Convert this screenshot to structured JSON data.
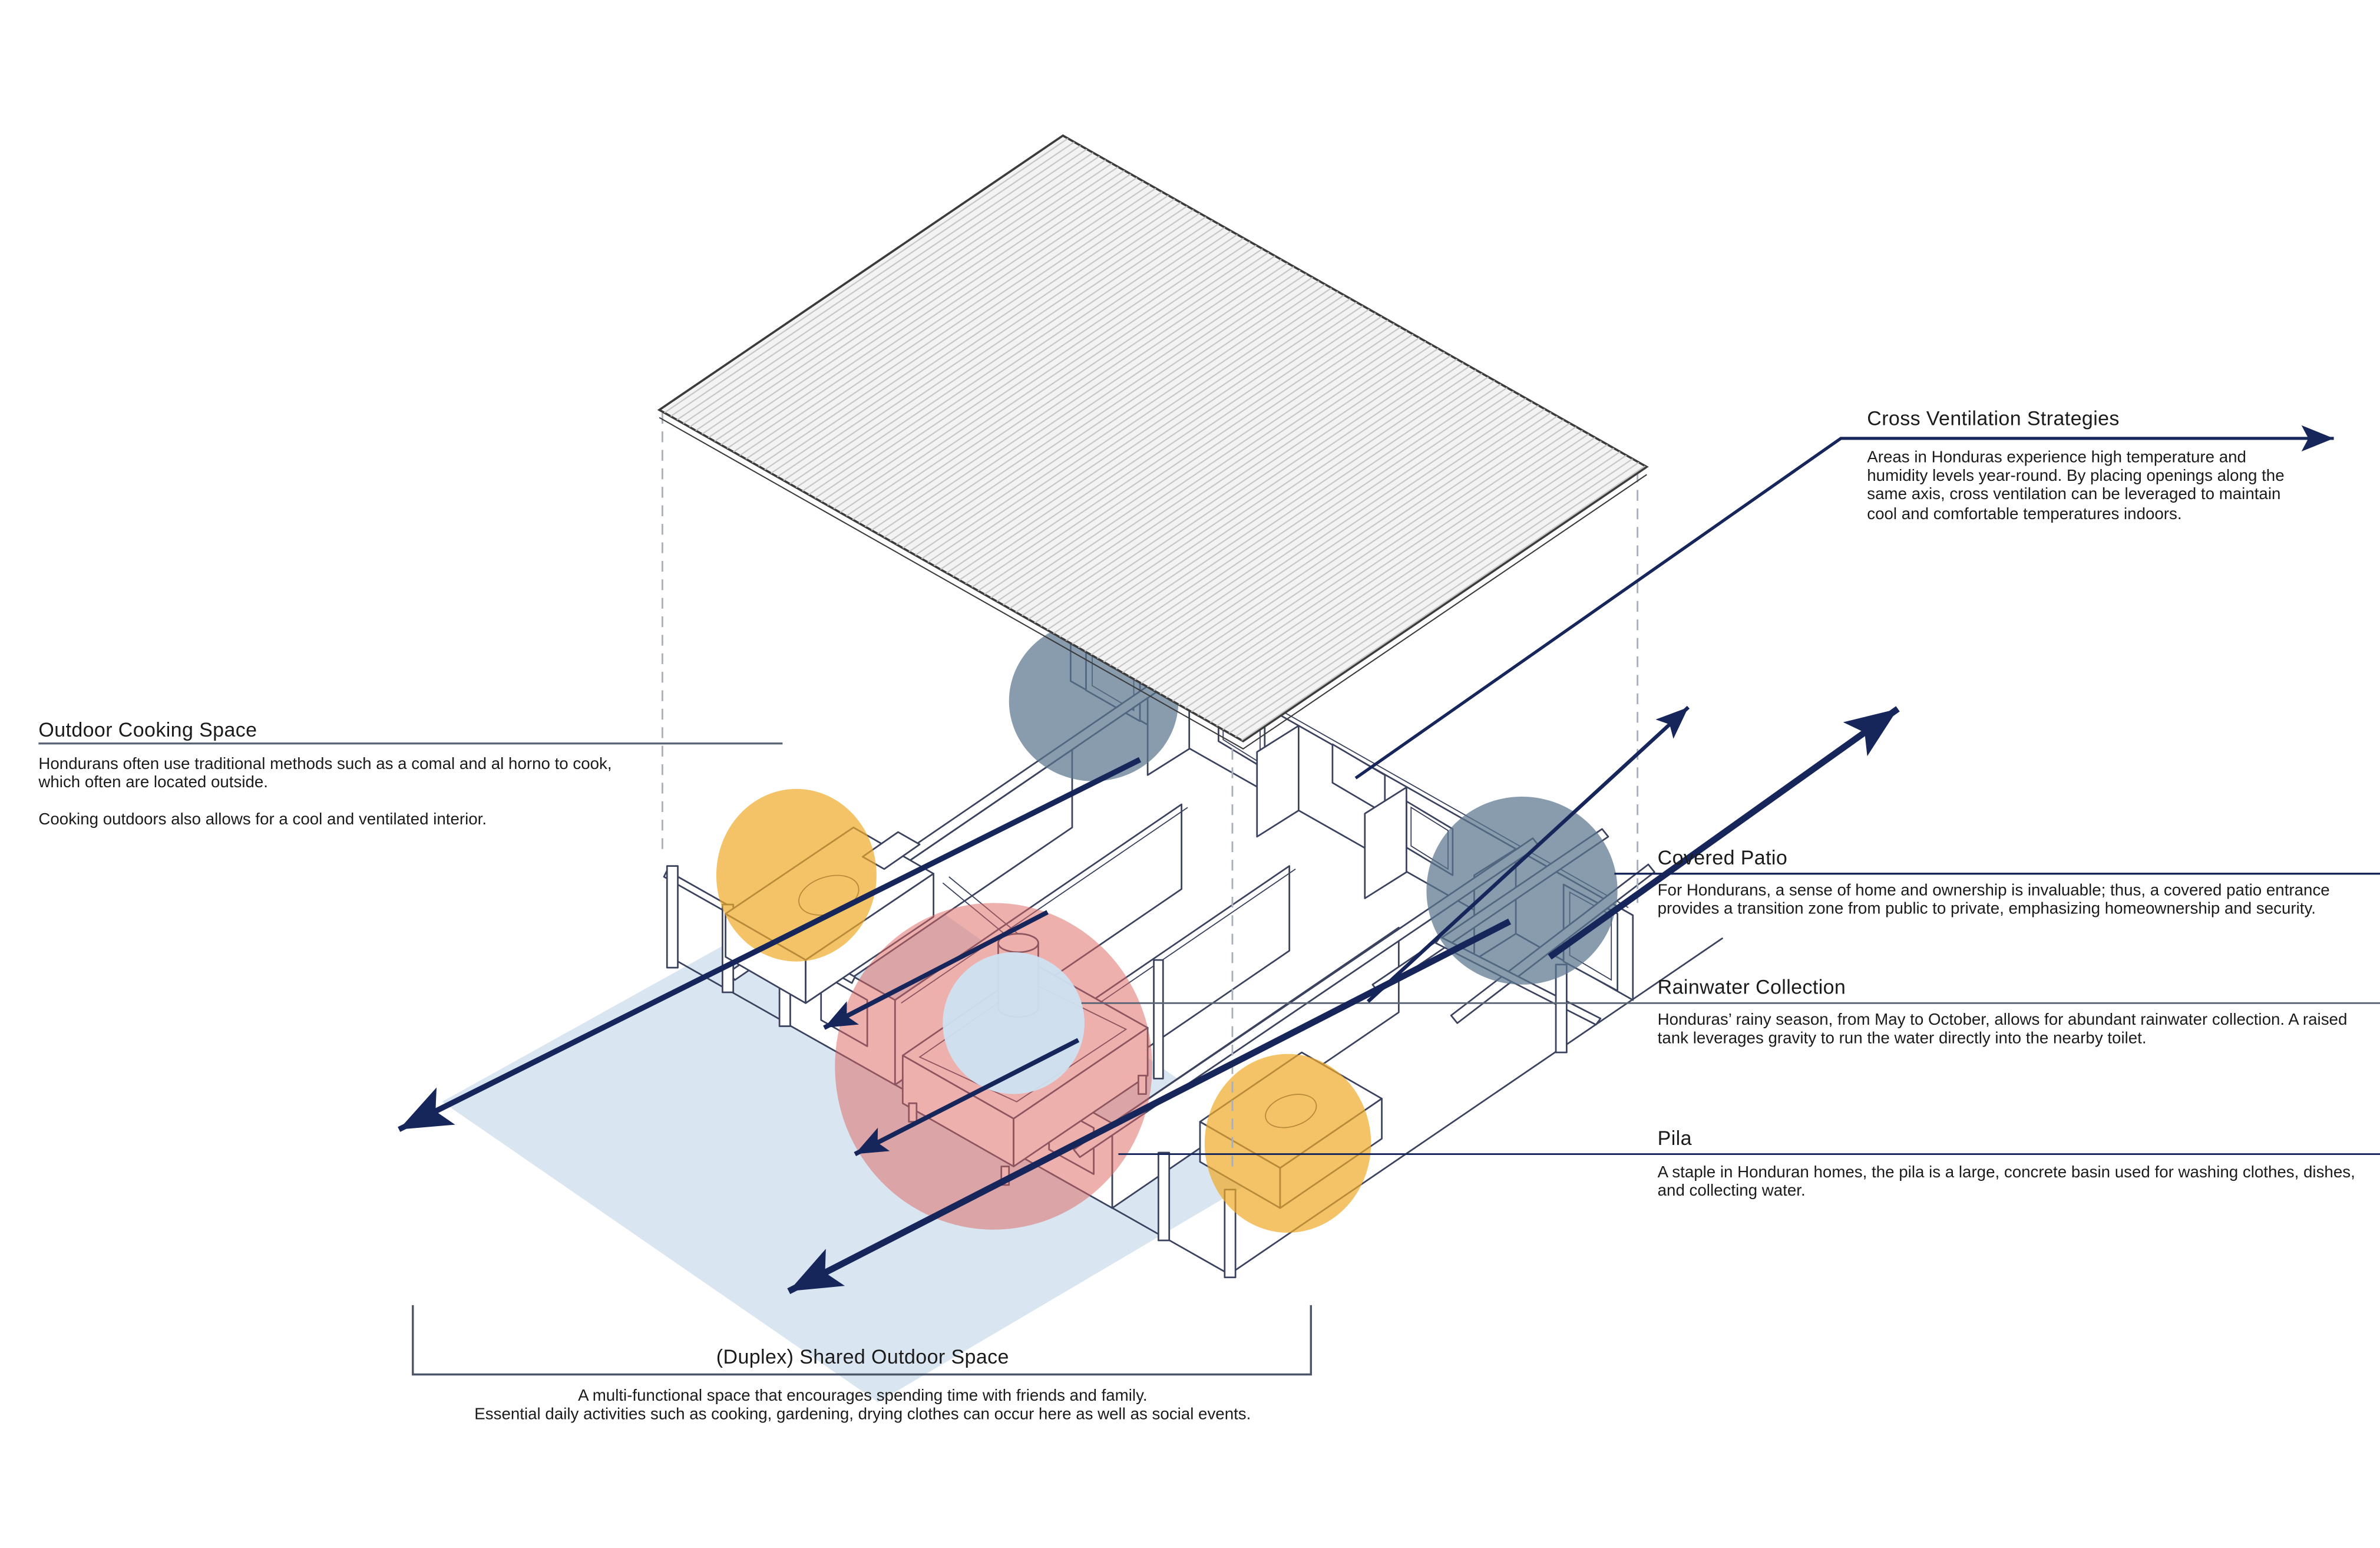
{
  "colors": {
    "accent_navy": "#16265B",
    "drawing_line": "#3A425E",
    "ground_blue": "#D9E6F1",
    "highlight_red": "#DD6762",
    "highlight_yellow": "#EFA928",
    "highlight_slate": "#5A768E",
    "highlight_tank_blue": "#CFE2F0",
    "roof_fill": "#F3F3F3",
    "roof_hatch": "#C4C4C4",
    "rule_gray": "#5B6575",
    "text_dark": "#1B1B1B"
  },
  "annotations": {
    "outdoor_cooking": {
      "title": "Outdoor Cooking Space",
      "body1": "Hondurans often use traditional methods such as a comal and al horno to cook, which often are located outside.",
      "body2": "Cooking outdoors also allows for a cool and ventilated interior."
    },
    "cross_ventilation": {
      "title": "Cross Ventilation Strategies",
      "body": "Areas in Honduras experience high temperature and humidity levels year-round. By placing openings along the same axis, cross ventilation can be leveraged to maintain cool and comfortable temperatures indoors."
    },
    "covered_patio": {
      "title": "Covered Patio",
      "body": "For Hondurans, a sense of home and ownership is invaluable; thus, a covered patio entrance provides a transition zone from public to private, emphasizing homeownership and security."
    },
    "rainwater": {
      "title": "Rainwater Collection",
      "body": "Honduras’ rainy season, from May to October, allows for abundant rainwater collection. A raised tank leverages gravity to run the water directly into the nearby toilet."
    },
    "pila": {
      "title": "Pila",
      "body": "A staple in Honduran homes, the pila is a large, concrete basin used for washing clothes, dishes, and collecting water."
    },
    "shared_outdoor": {
      "label": "(Duplex) Shared Outdoor Space",
      "body1": "A multi-functional space that encourages spending time with friends and family.",
      "body2": "Essential daily activities such as cooking, gardening, drying clothes can occur here as well as social events."
    }
  }
}
